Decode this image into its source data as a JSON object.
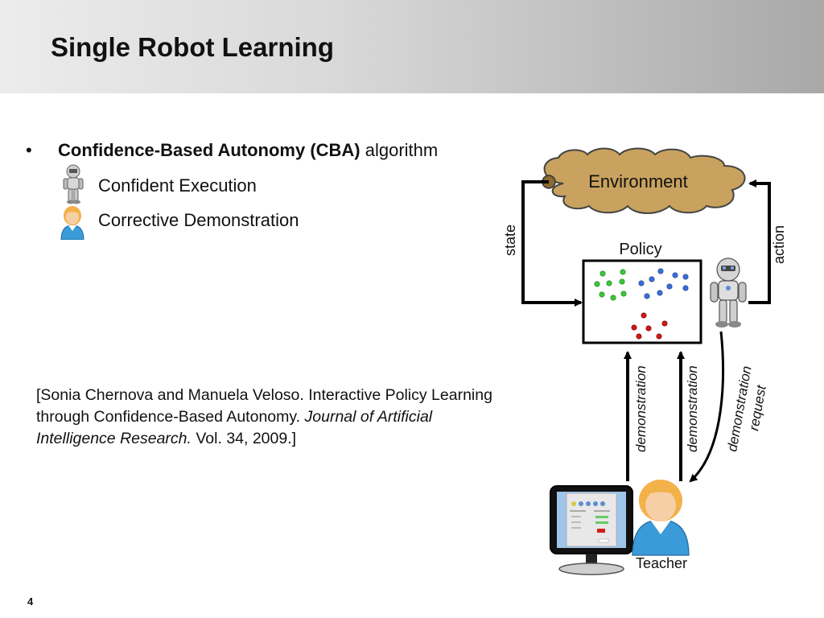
{
  "slide": {
    "title": "Single Robot Learning",
    "page_number": "4"
  },
  "bullet": {
    "bold_text": "Confidence-Based Autonomy (CBA)",
    "rest_text": " algorithm",
    "items": [
      {
        "label": "Confident Execution",
        "icon": "robot-icon"
      },
      {
        "label": "Corrective Demonstration",
        "icon": "teacher-icon"
      }
    ]
  },
  "citation": {
    "prefix": "[Sonia Chernova and Manuela Veloso. Interactive Policy Learning through Confidence-Based Autonomy. ",
    "journal": "Journal of Artificial Intelligence Research.",
    "suffix": " Vol. 34, 2009.]"
  },
  "diagram": {
    "environment_label": "Environment",
    "policy_label": "Policy",
    "state_label": "state",
    "action_label": "action",
    "demonstration_label_1": "demonstration",
    "demonstration_label_2": "demonstration",
    "demo_request_line1": "demonstration",
    "demo_request_line2": "request",
    "teacher_label": "Teacher",
    "colors": {
      "cloud": "#c8a25e",
      "green_points": "#3cc83c",
      "blue_points": "#3a6fd8",
      "red_points": "#d01818"
    }
  }
}
